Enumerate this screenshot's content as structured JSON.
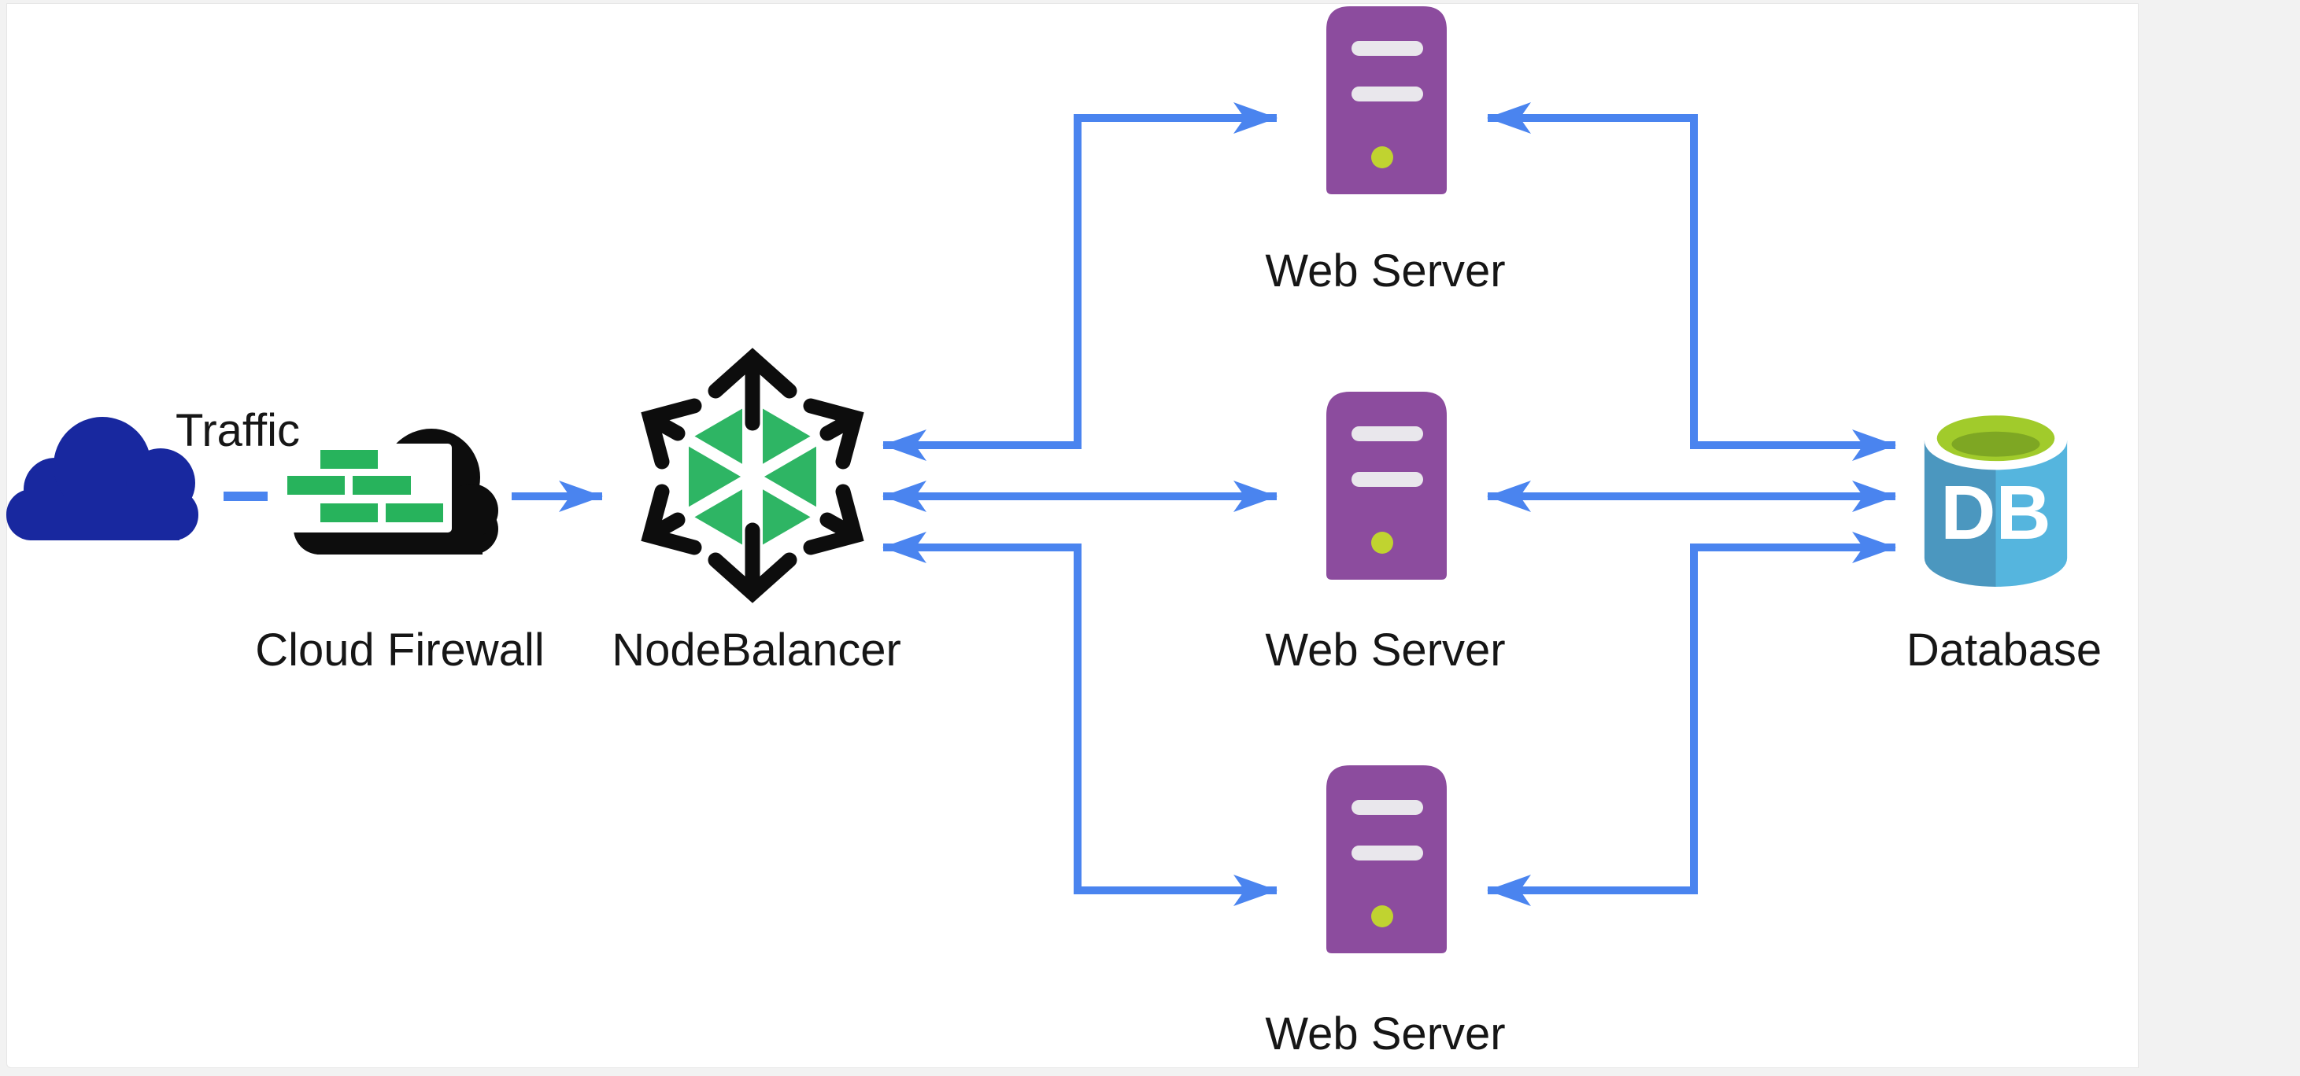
{
  "diagram": {
    "description": "Load-balanced web application architecture diagram",
    "nodes": {
      "traffic": {
        "label": "Traffic"
      },
      "cloud_firewall": {
        "label": "Cloud Firewall"
      },
      "nodebalancer": {
        "label": "NodeBalancer"
      },
      "web_server_1": {
        "label": "Web Server"
      },
      "web_server_2": {
        "label": "Web Server"
      },
      "web_server_3": {
        "label": "Web Server"
      },
      "database": {
        "label": "Database",
        "icon_text": "DB"
      }
    },
    "connections": [
      {
        "from": "Traffic",
        "to": "Cloud Firewall",
        "style": "dash",
        "direction": "none"
      },
      {
        "from": "Cloud Firewall",
        "to": "NodeBalancer",
        "style": "solid",
        "direction": "one-way"
      },
      {
        "from": "NodeBalancer",
        "to": "Web Server (top)",
        "style": "elbow",
        "direction": "two-way"
      },
      {
        "from": "NodeBalancer",
        "to": "Web Server (middle)",
        "style": "solid",
        "direction": "two-way"
      },
      {
        "from": "NodeBalancer",
        "to": "Web Server (bottom)",
        "style": "elbow",
        "direction": "two-way"
      },
      {
        "from": "Web Server (top)",
        "to": "Database",
        "style": "elbow",
        "direction": "two-way"
      },
      {
        "from": "Web Server (middle)",
        "to": "Database",
        "style": "solid",
        "direction": "two-way"
      },
      {
        "from": "Web Server (bottom)",
        "to": "Database",
        "style": "elbow",
        "direction": "two-way"
      }
    ]
  },
  "colors": {
    "page_bg": "#f2f2f2",
    "canvas_bg": "#ffffff",
    "label": "#161616",
    "arrow": "#4a84ef",
    "cloud_navy": "#18289f",
    "firewall_black": "#0d0d0d",
    "brick_green": "#27b35c",
    "hex_green": "#2eb564",
    "nb_black": "#0d0d0d",
    "server_purple": "#8c4c9e",
    "server_slot": "#e9e7ec",
    "server_led": "#c0d330",
    "db_blue_dark": "#4b97bf",
    "db_blue_light": "#55b5de",
    "db_green": "#a1cb2b",
    "db_green_dark": "#7ea723",
    "db_white": "#ffffff"
  }
}
